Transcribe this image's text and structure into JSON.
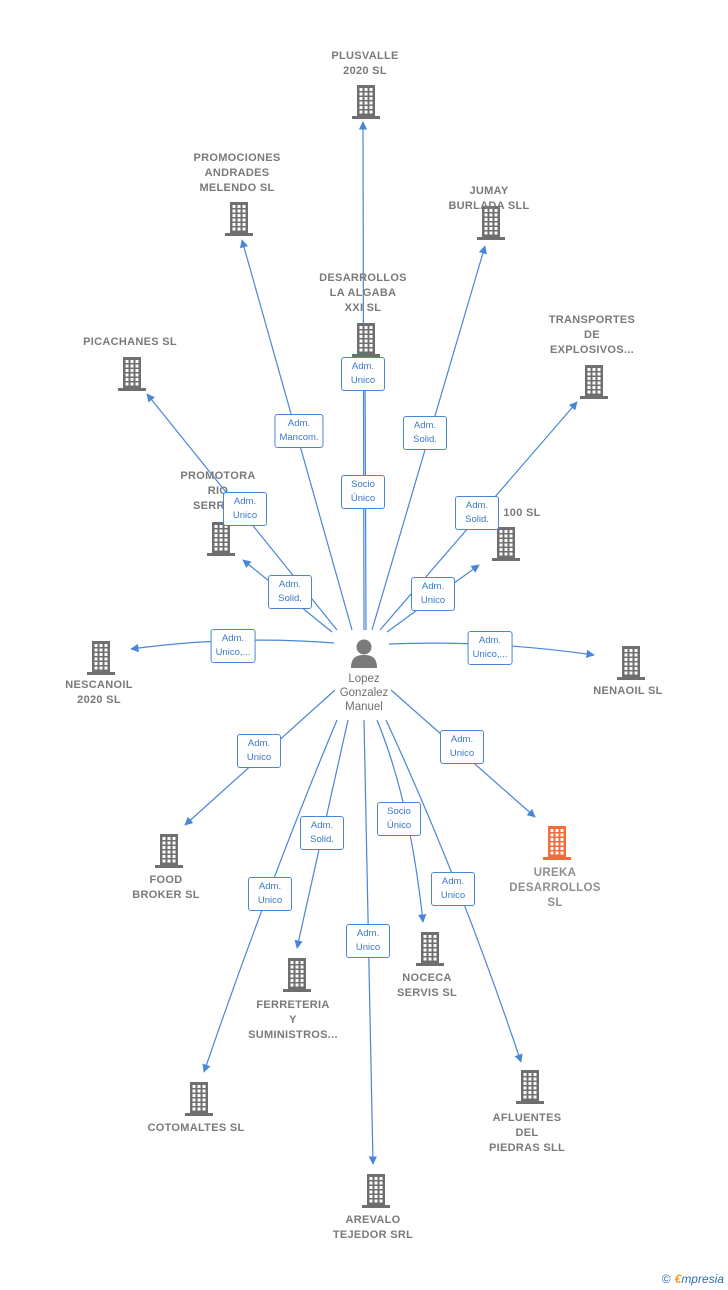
{
  "center": {
    "name": [
      "Lopez",
      "Gonzalez",
      "Manuel"
    ]
  },
  "colors": {
    "edge": "#4a86d8",
    "building": "#6f6f6f",
    "highlight": "#f26b3a"
  },
  "nodes": [
    {
      "id": "plusvalle",
      "lines": [
        "PLUSVALLE",
        "2020  SL"
      ],
      "relation": [
        "Adm.",
        "Unico"
      ]
    },
    {
      "id": "promociones-andrades",
      "lines": [
        "PROMOCIONES",
        "ANDRADES",
        "MELENDO SL"
      ],
      "relation": [
        "Adm.",
        "Mancom."
      ]
    },
    {
      "id": "jumay",
      "lines": [
        "JUMAY",
        "BURLADA SLL"
      ],
      "relation": [
        "Adm.",
        "Solid."
      ]
    },
    {
      "id": "desarrollos-algaba",
      "lines": [
        "DESARROLLOS",
        "LA ALGABA",
        "XXI  SL"
      ],
      "relation": [
        "Socio",
        "Único"
      ]
    },
    {
      "id": "transportes",
      "lines": [
        "TRANSPORTES",
        "DE",
        "EXPLOSIVOS..."
      ],
      "relation": [
        "Adm.",
        "Solid."
      ]
    },
    {
      "id": "picachanes",
      "lines": [
        "PICACHANES SL"
      ],
      "relation": [
        "Adm.",
        "Unico"
      ]
    },
    {
      "id": "promotora-rio",
      "lines": [
        "PROMOTORA",
        "RIO",
        "SERRA..."
      ],
      "relation": [
        "Adm.",
        "Solid."
      ]
    },
    {
      "id": "100sl",
      "lines": [
        "100 SL"
      ],
      "relation": [
        "Adm.",
        "Unico"
      ]
    },
    {
      "id": "nescanoil",
      "lines": [
        "NESCANOIL",
        "2020  SL"
      ],
      "relation": [
        "Adm.",
        "Unico,..."
      ]
    },
    {
      "id": "nenaoil",
      "lines": [
        "NENAOIL  SL"
      ],
      "relation": [
        "Adm.",
        "Unico,..."
      ]
    },
    {
      "id": "food-broker",
      "lines": [
        "FOOD",
        "BROKER  SL"
      ],
      "relation": [
        "Adm.",
        "Unico"
      ]
    },
    {
      "id": "ureka",
      "lines": [
        "UREKA",
        "DESARROLLOS",
        "SL"
      ],
      "relation": [
        "Adm.",
        "Unico"
      ],
      "highlight": true
    },
    {
      "id": "ferreteria",
      "lines": [
        "FERRETERIA",
        "Y",
        "SUMINISTROS..."
      ],
      "relation": [
        "Adm.",
        "Solid."
      ]
    },
    {
      "id": "noceca",
      "lines": [
        "NOCECA",
        "SERVIS SL"
      ],
      "relation": [
        "Socio",
        "Único"
      ]
    },
    {
      "id": "cotomaltes",
      "lines": [
        "COTOMALTES SL"
      ],
      "relation": [
        "Adm.",
        "Unico"
      ]
    },
    {
      "id": "afluentes",
      "lines": [
        "AFLUENTES",
        "DEL",
        "PIEDRAS SLL"
      ],
      "relation": [
        "Adm.",
        "Unico"
      ]
    },
    {
      "id": "arevalo",
      "lines": [
        "AREVALO",
        "TEJEDOR SRL"
      ],
      "relation": [
        "Adm.",
        "Unico"
      ]
    }
  ],
  "footer": {
    "copyright": "©",
    "brand_e": "€",
    "brand_rest": "mpresia"
  }
}
